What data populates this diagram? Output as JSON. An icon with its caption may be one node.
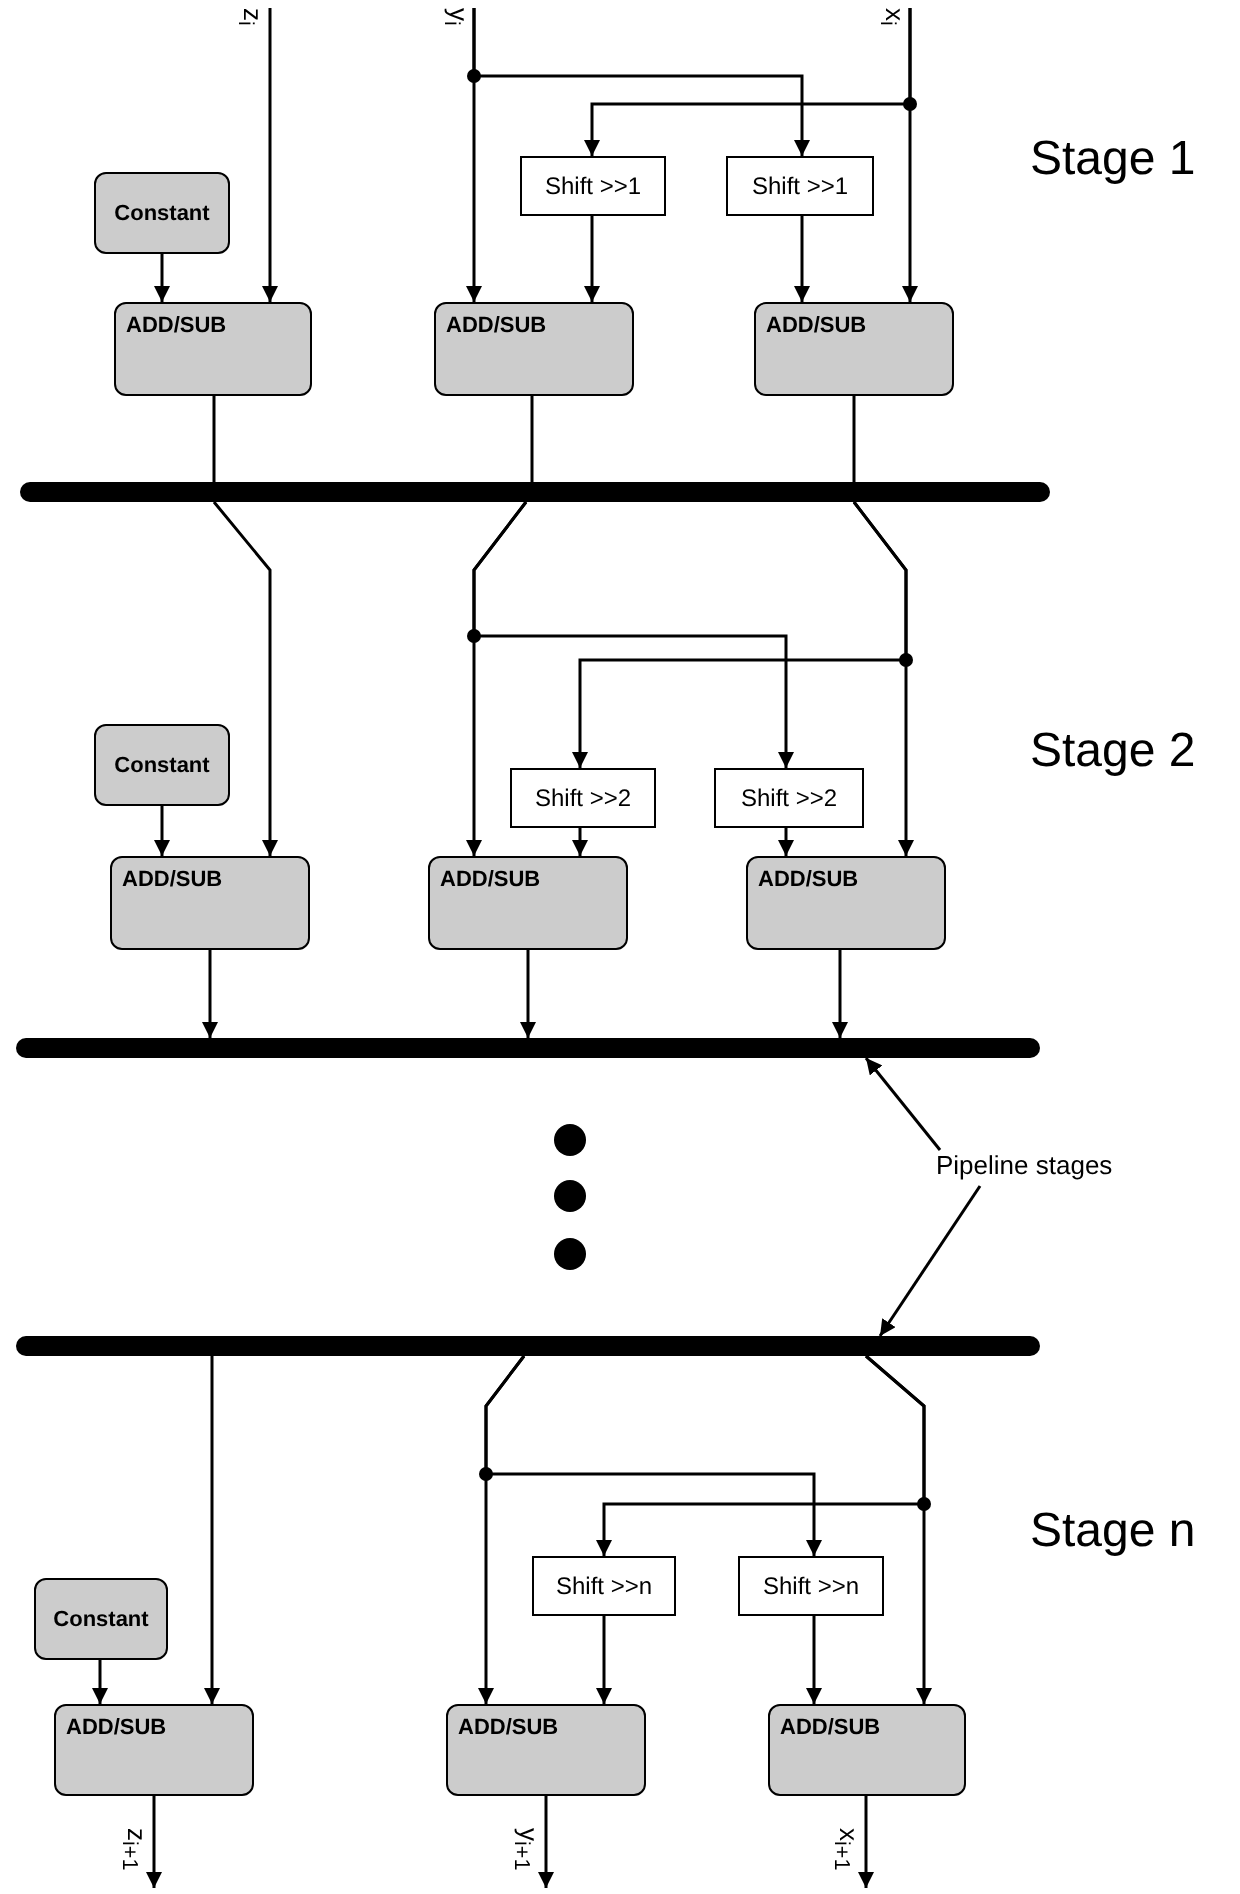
{
  "diagram": {
    "nodes": [
      {
        "text": [
          "z$_{i}$"
        ]
      },
      {
        "text": [
          "y$_{i}$"
        ]
      },
      {
        "text": [
          "x$_{i}$"
        ]
      },
      {
        "text": [
          "Shift >>1"
        ]
      },
      {
        "text": [
          "Shift >>1"
        ]
      },
      {
        "text": [
          "Constant"
        ]
      },
      {
        "text": [
          "ADD/SUB"
        ]
      },
      {
        "text": [
          "ADD/SUB"
        ]
      },
      {
        "text": [
          "ADD/SUB"
        ]
      },
      {
        "text": [],
        "shape": "bar"
      },
      {
        "text": [
          "Constant"
        ]
      },
      {
        "text": [
          "Shift >>2"
        ]
      },
      {
        "text": [
          "Shift >>2"
        ]
      },
      {
        "text": [
          "ADD/SUB"
        ]
      },
      {
        "text": [
          "ADD/SUB"
        ]
      },
      {
        "text": [
          "ADD/SUB"
        ]
      },
      {
        "text": [],
        "shape": "bar"
      },
      {
        "text": [
          "Pipeline stages"
        ]
      },
      {
        "text": [],
        "shape": "bar"
      },
      {
        "text": [
          "Shift >>n"
        ]
      },
      {
        "text": [
          "Shift >>n"
        ]
      },
      {
        "text": [
          "Constant"
        ]
      },
      {
        "text": [
          "ADD/SUB"
        ]
      },
      {
        "text": [
          "ADD/SUB"
        ]
      },
      {
        "text": [
          "ADD/SUB"
        ]
      },
      {
        "text": [
          "z$_{i+1}$"
        ]
      },
      {
        "text": [
          "y$_{i+1}$"
        ]
      },
      {
        "text": [
          "x$_{i+1}$"
        ]
      }
    ],
    "edges": [
      {
        "from": 0,
        "to": 6,
        "arrow": "to"
      },
      {
        "from": 5,
        "to": 6,
        "arrow": "to"
      },
      {
        "from": 1,
        "to": 7,
        "arrow": "to"
      },
      {
        "from": 1,
        "to": 4,
        "arrow": "to"
      },
      {
        "from": 2,
        "to": 8,
        "arrow": "to"
      },
      {
        "from": 2,
        "to": 3,
        "arrow": "to"
      },
      {
        "from": 3,
        "to": 7,
        "arrow": "to"
      },
      {
        "from": 4,
        "to": 8,
        "arrow": "to"
      },
      {
        "from": 6,
        "to": 9,
        "arrow": "none"
      },
      {
        "from": 7,
        "to": 9,
        "arrow": "none"
      },
      {
        "from": 8,
        "to": 9,
        "arrow": "none"
      },
      {
        "from": 9,
        "to": 13,
        "arrow": "to"
      },
      {
        "from": 10,
        "to": 13,
        "arrow": "to"
      },
      {
        "from": 9,
        "to": 14,
        "arrow": "to"
      },
      {
        "from": 9,
        "to": 12,
        "arrow": "to"
      },
      {
        "from": 9,
        "to": 15,
        "arrow": "to"
      },
      {
        "from": 9,
        "to": 11,
        "arrow": "to"
      },
      {
        "from": 11,
        "to": 14,
        "arrow": "to"
      },
      {
        "from": 12,
        "to": 15,
        "arrow": "to"
      },
      {
        "from": 13,
        "to": 16,
        "arrow": "to"
      },
      {
        "from": 14,
        "to": 16,
        "arrow": "to"
      },
      {
        "from": 15,
        "to": 16,
        "arrow": "to"
      },
      {
        "from": 17,
        "to": 16,
        "arrow": "to"
      },
      {
        "from": 17,
        "to": 18,
        "arrow": "to"
      },
      {
        "from": 18,
        "to": 22,
        "arrow": "to"
      },
      {
        "from": 21,
        "to": 22,
        "arrow": "to"
      },
      {
        "from": 18,
        "to": 23,
        "arrow": "to"
      },
      {
        "from": 18,
        "to": 20,
        "arrow": "to"
      },
      {
        "from": 18,
        "to": 24,
        "arrow": "to"
      },
      {
        "from": 18,
        "to": 19,
        "arrow": "to"
      },
      {
        "from": 19,
        "to": 23,
        "arrow": "to"
      },
      {
        "from": 20,
        "to": 24,
        "arrow": "to"
      },
      {
        "from": 22,
        "to": 25,
        "arrow": "to"
      },
      {
        "from": 23,
        "to": 26,
        "arrow": "to"
      },
      {
        "from": 24,
        "to": 27,
        "arrow": "to"
      }
    ],
    "labels": [
      "Stage 1",
      "Stage 2",
      "Stage n"
    ]
  }
}
